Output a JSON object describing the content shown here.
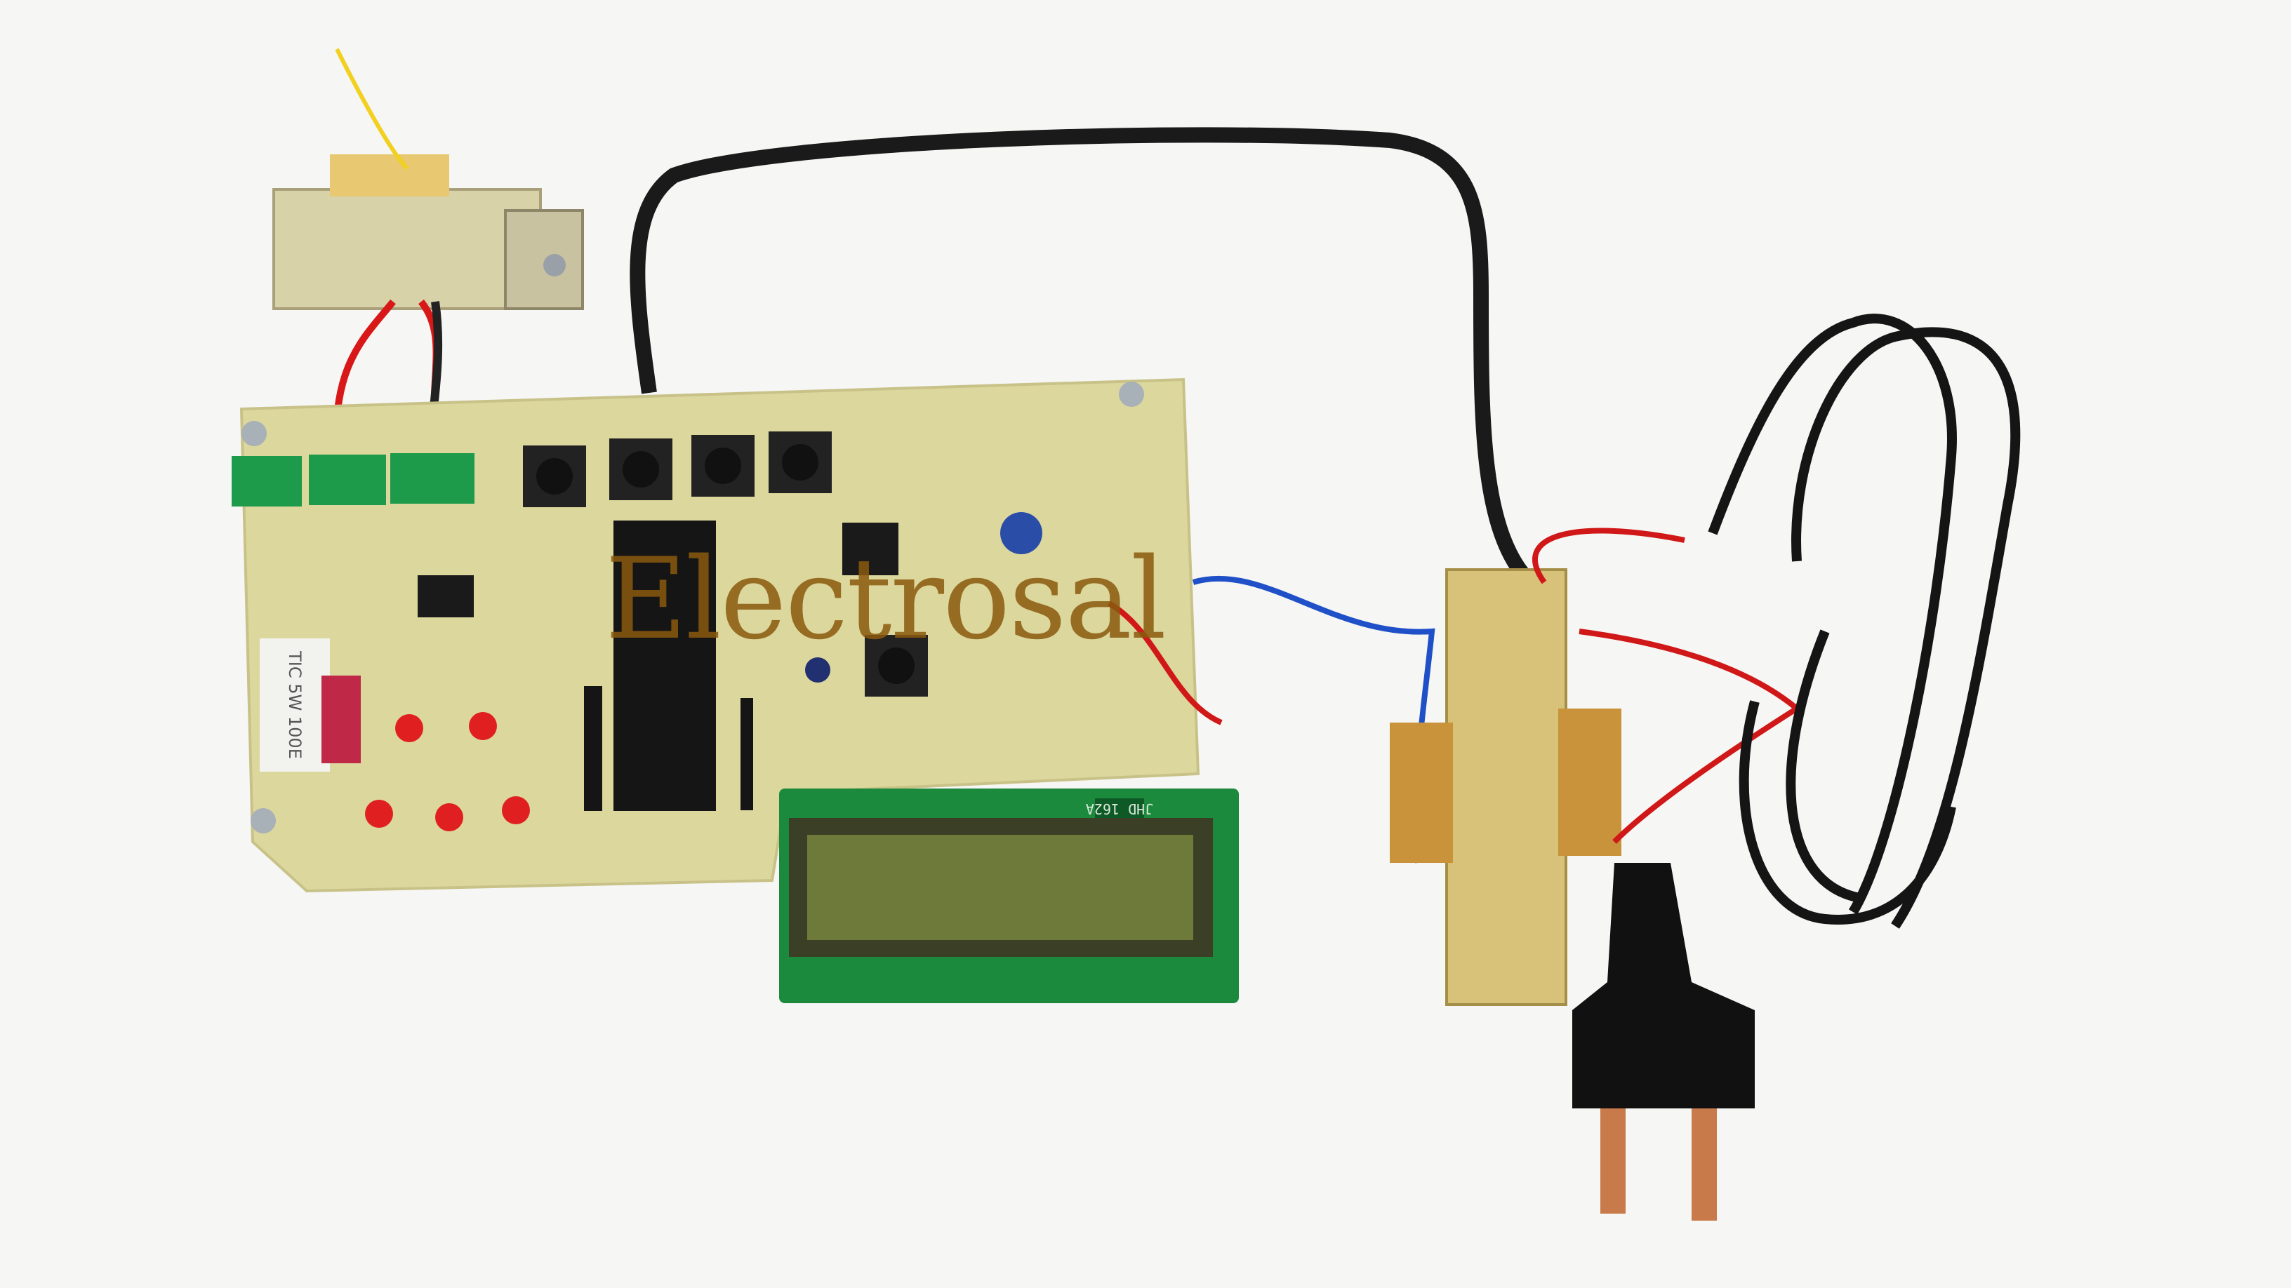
{
  "photo": {
    "watermark": "Electrosal",
    "lcd_module_label": "JHD 162A",
    "resistor_marking": "TIC 5W 100E",
    "colors": {
      "background": "#f6f6f4",
      "pcb": "#dcd79c",
      "lcd_board": "#1c8a3c",
      "lcd_screen": "#6e7a3a",
      "transformer": "#d8c27a",
      "cable": "#1a1a1a",
      "led": "#e02020",
      "watermark": "#8a5a0e"
    }
  }
}
